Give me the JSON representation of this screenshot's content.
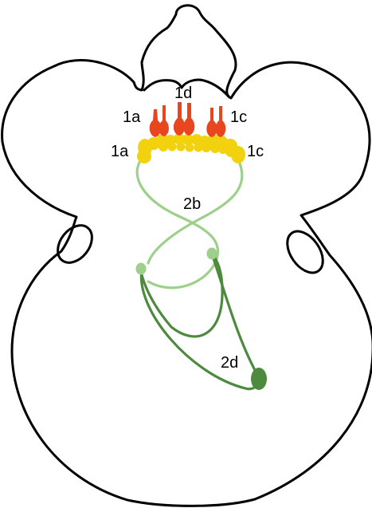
{
  "labels": {
    "left_upper": "1a",
    "top_center": "1d",
    "right_upper": "1c",
    "left_lower": "1a",
    "right_lower": "1c",
    "middle": "2b",
    "bottom": "2d"
  },
  "colors": {
    "outline": "#000000",
    "red": "#E8461E",
    "yellow": "#F2D20F",
    "light_green": "#9DD08B",
    "dark_green": "#4E8A3E"
  }
}
